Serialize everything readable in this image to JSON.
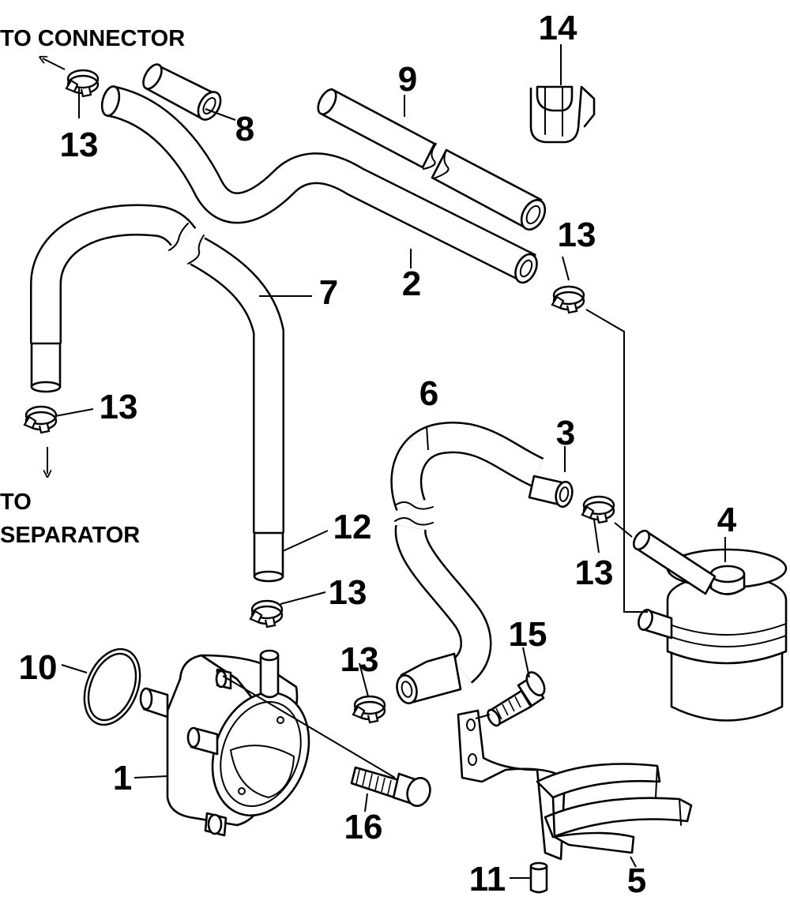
{
  "notes": {
    "to_connector": "TO CONNECTOR",
    "to_separator_line1": "TO",
    "to_separator_line2": "SEPARATOR"
  },
  "callouts": {
    "n1": "1",
    "n2": "2",
    "n3": "3",
    "n4": "4",
    "n5": "5",
    "n6": "6",
    "n7": "7",
    "n8": "8",
    "n9": "9",
    "n10": "10",
    "n11": "11",
    "n12": "12",
    "n13": "13",
    "n14": "14",
    "n15": "15",
    "n16": "16"
  }
}
